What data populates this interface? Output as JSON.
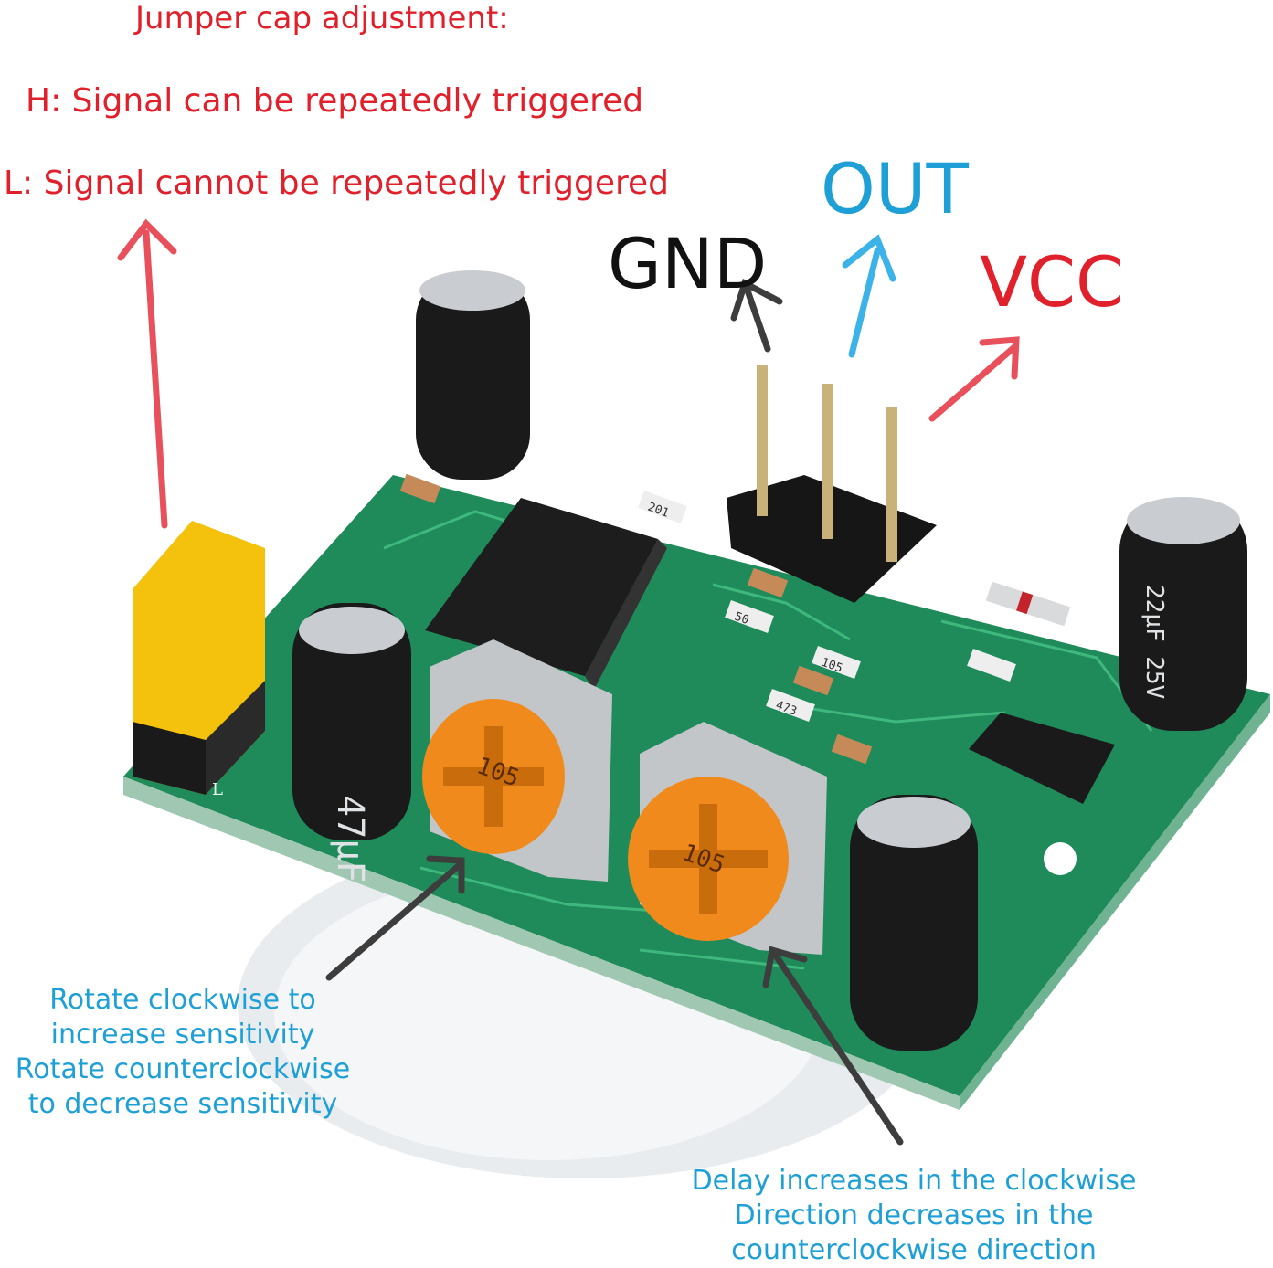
{
  "jumper": {
    "title": "Jumper cap adjustment:",
    "h_mode": "H: Signal can be repeatedly triggered",
    "l_mode": "L: Signal cannot be repeatedly triggered"
  },
  "pins": {
    "gnd": "GND",
    "out": "OUT",
    "vcc": "VCC"
  },
  "sensitivity_note": [
    "Rotate clockwise to",
    "increase sensitivity",
    "Rotate counterclockwise",
    "to decrease sensitivity"
  ],
  "delay_note": [
    "Delay increases in the clockwise",
    "Direction decreases in the",
    "counterclockwise direction"
  ],
  "board_markings": {
    "pot_left": "105",
    "pot_right": "105",
    "cap_left": "47µF",
    "cap_right": "22µF 25V",
    "resistor_1": "201",
    "resistor_2": "50",
    "resistor_3": "105",
    "resistor_4": "473",
    "jumper_label": "L"
  },
  "colors": {
    "red_label": "#e0202b",
    "blue_label": "#1e9fd6",
    "pcb": "#1f8a5a",
    "jumper": "#f4c20d",
    "pot": "#f08a1c"
  }
}
